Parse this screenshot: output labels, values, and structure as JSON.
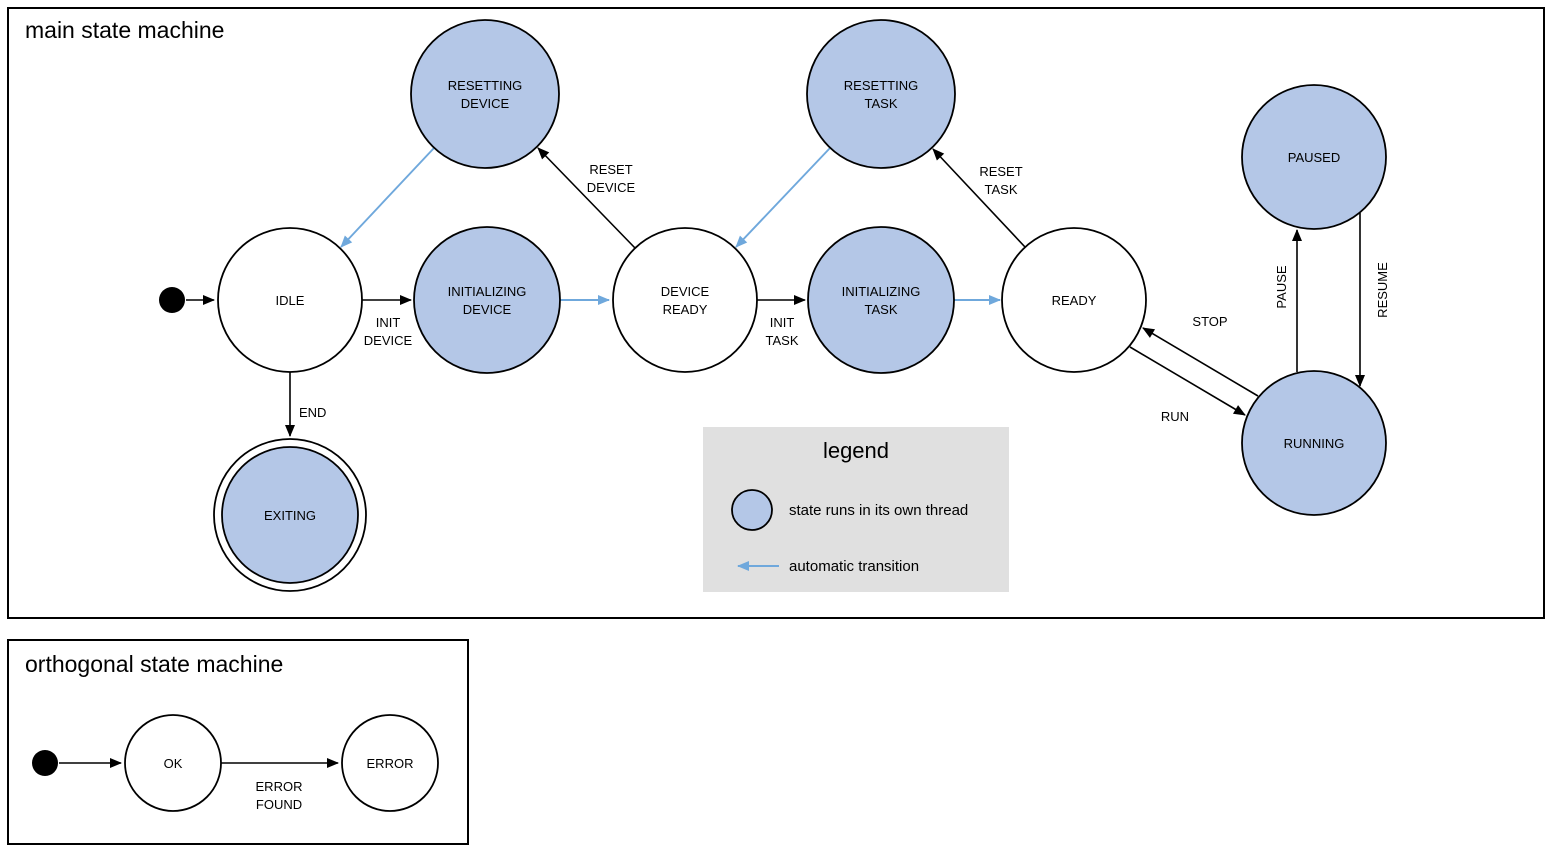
{
  "colors": {
    "line": "#000000",
    "threaded_state_fill": "#b4c7e7",
    "plain_state_fill": "#ffffff",
    "auto_transition_stroke": "#6fa8dc",
    "legend_bg": "#e0e0e0"
  },
  "main": {
    "title": "main state machine",
    "states": {
      "idle": {
        "label": "IDLE"
      },
      "resetting_device": {
        "line1": "RESETTING",
        "line2": "DEVICE"
      },
      "initializing_device": {
        "line1": "INITIALIZING",
        "line2": "DEVICE"
      },
      "device_ready": {
        "line1": "DEVICE",
        "line2": "READY"
      },
      "resetting_task": {
        "line1": "RESETTING",
        "line2": "TASK"
      },
      "initializing_task": {
        "line1": "INITIALIZING",
        "line2": "TASK"
      },
      "ready": {
        "label": "READY"
      },
      "paused": {
        "label": "PAUSED"
      },
      "running": {
        "label": "RUNNING"
      },
      "exiting": {
        "label": "EXITING"
      }
    },
    "transitions": {
      "init_device": {
        "line1": "INIT",
        "line2": "DEVICE"
      },
      "reset_device": {
        "line1": "RESET",
        "line2": "DEVICE"
      },
      "init_task": {
        "line1": "INIT",
        "line2": "TASK"
      },
      "reset_task": {
        "line1": "RESET",
        "line2": "TASK"
      },
      "stop": {
        "label": "STOP"
      },
      "run": {
        "label": "RUN"
      },
      "pause": {
        "label": "PAUSE"
      },
      "resume": {
        "label": "RESUME"
      },
      "end": {
        "label": "END"
      }
    }
  },
  "legend": {
    "title": "legend",
    "threaded_state": "state runs in its own thread",
    "auto_transition": "automatic transition"
  },
  "orthogonal": {
    "title": "orthogonal state machine",
    "states": {
      "ok": {
        "label": "OK"
      },
      "error": {
        "label": "ERROR"
      }
    },
    "transitions": {
      "error_found": {
        "line1": "ERROR",
        "line2": "FOUND"
      }
    }
  }
}
